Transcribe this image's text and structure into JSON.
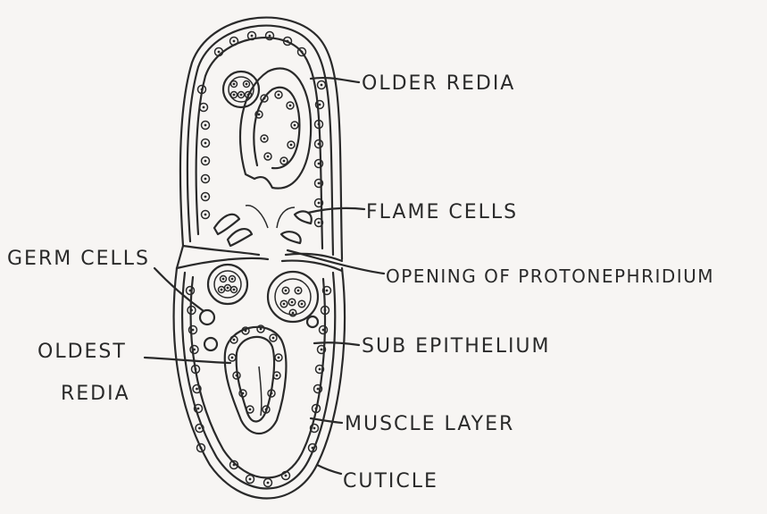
{
  "labels": {
    "older_redia": "OLDER REDIA",
    "flame_cells": "FLAME CELLS",
    "germ_cells": "GERM CELLS",
    "opening_protonephridium": "OPENING OF PROTONEPHRIDIUM",
    "oldest_line1": "OLDEST",
    "oldest_line2": "REDIA",
    "sub_epithelium": "SUB EPITHELIUM",
    "muscle_layer": "MUSCLE LAYER",
    "cuticle": "CUTICLE"
  },
  "colors": {
    "ink": "#2a2a2a",
    "paper": "#f7f5f3"
  }
}
